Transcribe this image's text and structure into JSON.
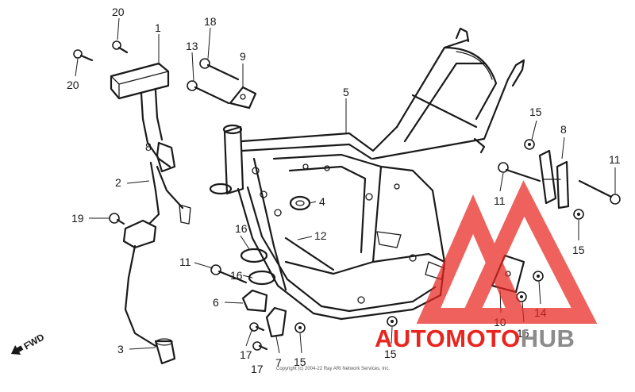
{
  "callouts": {
    "c1": "1",
    "c2": "2",
    "c3": "3",
    "c4": "4",
    "c5": "5",
    "c6": "6",
    "c7": "7",
    "c8a": "8",
    "c8b": "8",
    "c9": "9",
    "c10": "10",
    "c11a": "11",
    "c11b": "11",
    "c11c": "11",
    "c12": "12",
    "c13": "13",
    "c14": "14",
    "c15a": "15",
    "c15b": "15",
    "c15c": "15",
    "c15d": "15",
    "c15e": "15",
    "c16a": "16",
    "c16b": "16",
    "c17a": "17",
    "c17b": "17",
    "c18": "18",
    "c19": "19",
    "c20a": "20",
    "c20b": "20"
  },
  "fwd": {
    "label": "FWD"
  },
  "copyright": {
    "text": "Copyright (c) 2004-22 Ray ARI Network Services, Inc."
  },
  "watermark": {
    "brand_red": "AUTOMOTO",
    "brand_gray": "HUB",
    "color_red": "#e8251f",
    "color_gray": "#8c8c8c"
  }
}
